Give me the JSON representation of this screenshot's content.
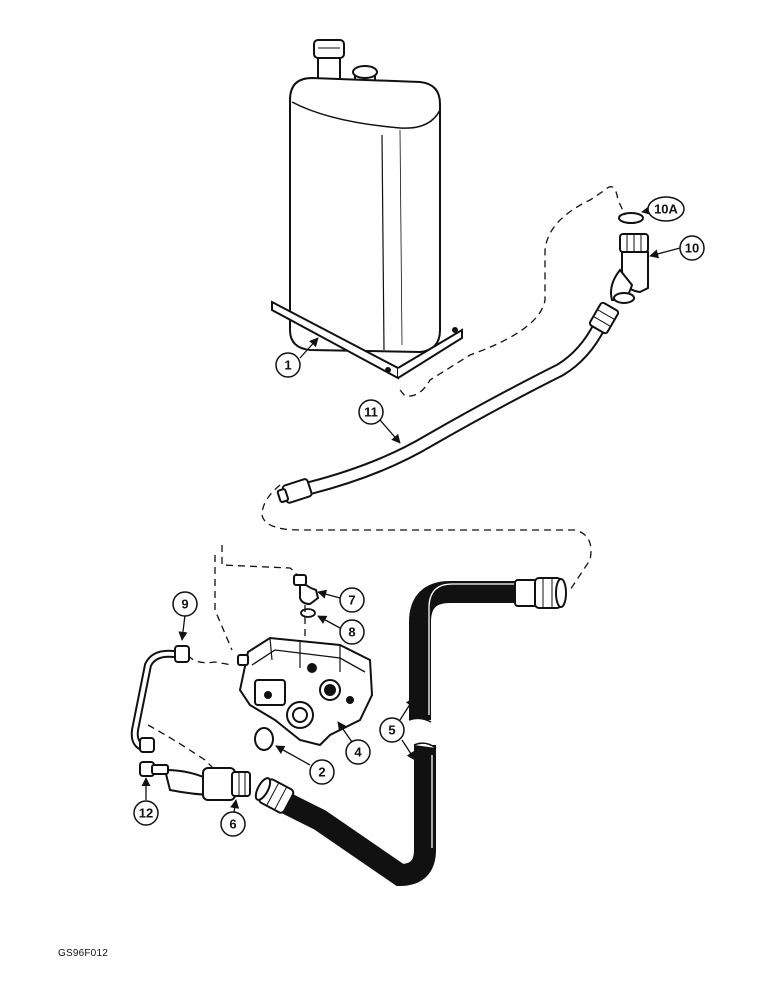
{
  "figure_id": "GS96F012",
  "callouts": {
    "c1": "1",
    "c2": "2",
    "c4": "4",
    "c5": "5",
    "c6": "6",
    "c7": "7",
    "c8": "8",
    "c9": "9",
    "c10": "10",
    "c10a": "10A",
    "c11": "11",
    "c12": "12"
  }
}
